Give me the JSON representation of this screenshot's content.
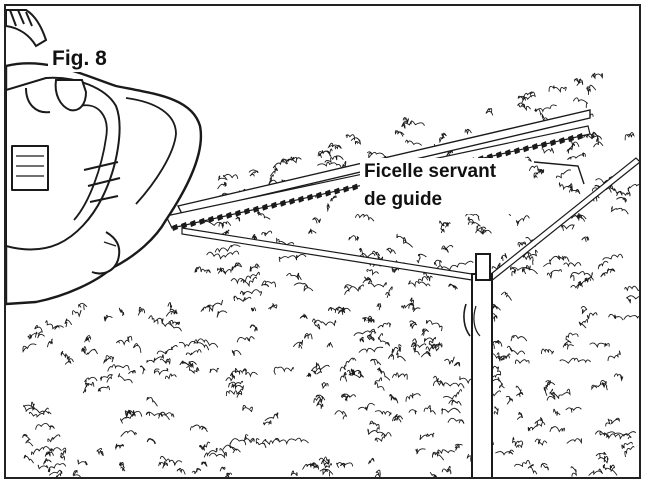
{
  "figure": {
    "label": "Fig. 8",
    "callout_line1": "Ficelle servant",
    "callout_line2": "de guide"
  },
  "colors": {
    "ink": "#1a1a1a",
    "background": "#ffffff"
  },
  "icons": {
    "tool": "hedge-trimmer-icon",
    "hand": "hand-icon",
    "hedge": "hedge-foliage-icon",
    "stake": "stake-icon",
    "string": "guide-string-icon"
  }
}
